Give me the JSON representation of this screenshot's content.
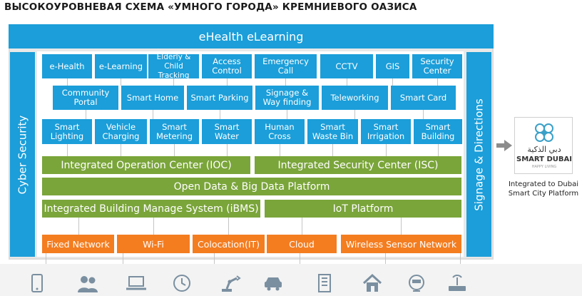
{
  "title": "ВЫСОКОУРОВНЕВАЯ СХЕМА «УМНОГО ГОРОДА» КРЕМНИЕВОГО ОАЗИСА",
  "top_bar": "eHealth eLearning",
  "left_bar": "Cyber Security",
  "right_bar": "Signage & Directions",
  "row1": [
    "e-Health",
    "e-Learning",
    "Elderly & Child\nTracking",
    "Access\nControl",
    "Emergency\nCall",
    "CCTV",
    "GIS",
    "Security\nCenter"
  ],
  "row2": [
    "Community\nPortal",
    "Smart Home",
    "Smart Parking",
    "Signage &\nWay finding",
    "Teleworking",
    "Smart Card"
  ],
  "row3": [
    "Smart\nLighting",
    "Vehicle\nCharging",
    "Smart\nMetering",
    "Smart\nWater",
    "Human\nCross",
    "Smart\nWaste Bin",
    "Smart\nIrrigation",
    "Smart\nBuilding"
  ],
  "ioc": "Integrated Operation Center (IOC)",
  "isc": "Integrated Security Center (ISC)",
  "open_data": "Open Data & Big Data Platform",
  "ibms": "Integrated Building Manage System (iBMS)",
  "iot": "IoT Platform",
  "bottom_row": [
    "Fixed Network",
    "Wi-Fi",
    "Colocation(IT)",
    "Cloud",
    "Wireless Sensor Network"
  ],
  "logo": {
    "arabic": "دبي الذكية",
    "name": "SMART DUBAI",
    "tagline": "HAPPY LIVING"
  },
  "integrated_note": "Integrated to Dubai\nSmart City Platform",
  "bottom_icons": [
    "phone-icon",
    "people-icon",
    "laptop-icon",
    "clock-icon",
    "robot-arm-icon",
    "car-icon",
    "building-icon",
    "meter-icon",
    "house-icon",
    "electric-meter-icon",
    "router-icon"
  ],
  "colors": {
    "blue": "#1b9ed9",
    "green": "#7aa53a",
    "orange": "#f47d20"
  }
}
